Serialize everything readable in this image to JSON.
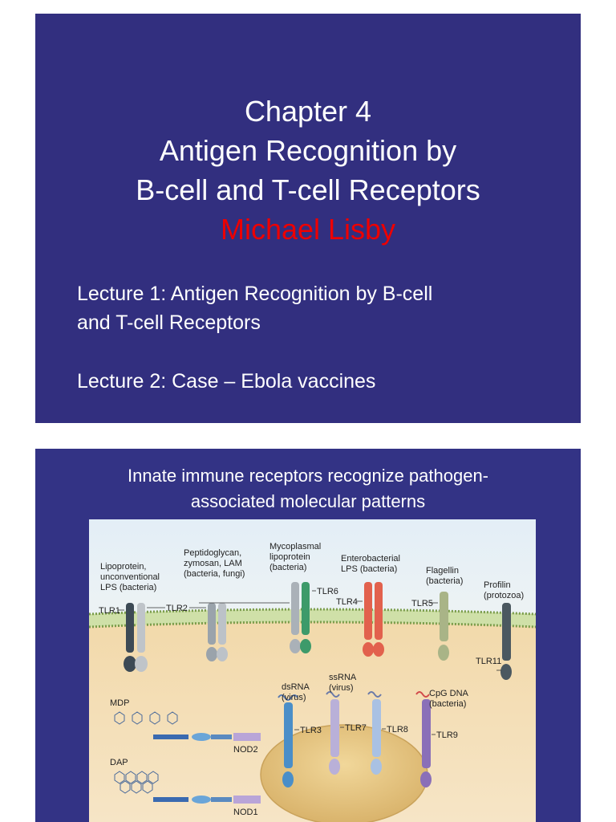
{
  "slide1": {
    "chapter": "Chapter 4",
    "title_line1": "Antigen Recognition by",
    "title_line2": "B-cell and T-cell Receptors",
    "author": "Michael Lisby",
    "lecture1_line1": "Lecture 1: Antigen Recognition by B-cell",
    "lecture1_line2": "and T-cell Receptors",
    "lecture2": "Lecture 2: Case – Ebola vaccines",
    "author_color": "#ee0000"
  },
  "slide2": {
    "title_line1": "Innate immune receptors recognize pathogen-",
    "title_line2": "associated molecular patterns",
    "figure": {
      "labels": {
        "lipoprotein": [
          "Lipoprotein,",
          "unconventional",
          "LPS (bacteria)"
        ],
        "peptidoglycan": [
          "Peptidoglycan,",
          "zymosan, LAM",
          "(bacteria, fungi)"
        ],
        "mycoplasmal": [
          "Mycoplasmal",
          "lipoprotein",
          "(bacteria)"
        ],
        "enterobacterial": [
          "Enterobacterial",
          "LPS (bacteria)"
        ],
        "flagellin": [
          "Flagellin",
          "(bacteria)"
        ],
        "profilin": [
          "Profilin",
          "(protozoa)"
        ],
        "ssrna": [
          "ssRNA",
          "(virus)"
        ],
        "dsrna": [
          "dsRNA",
          "(virus)"
        ],
        "cpg": [
          "CpG DNA",
          "(bacteria)"
        ],
        "mdp": "MDP",
        "dap": "DAP"
      },
      "receptors": {
        "tlr1": "TLR1",
        "tlr2": "TLR2",
        "tlr6": "TLR6",
        "tlr4": "TLR4",
        "tlr5": "TLR5",
        "tlr11": "TLR11",
        "tlr3": "TLR3",
        "tlr7": "TLR7",
        "tlr8": "TLR8",
        "tlr9": "TLR9",
        "nod2": "NOD2",
        "nod1": "NOD1"
      }
    }
  }
}
